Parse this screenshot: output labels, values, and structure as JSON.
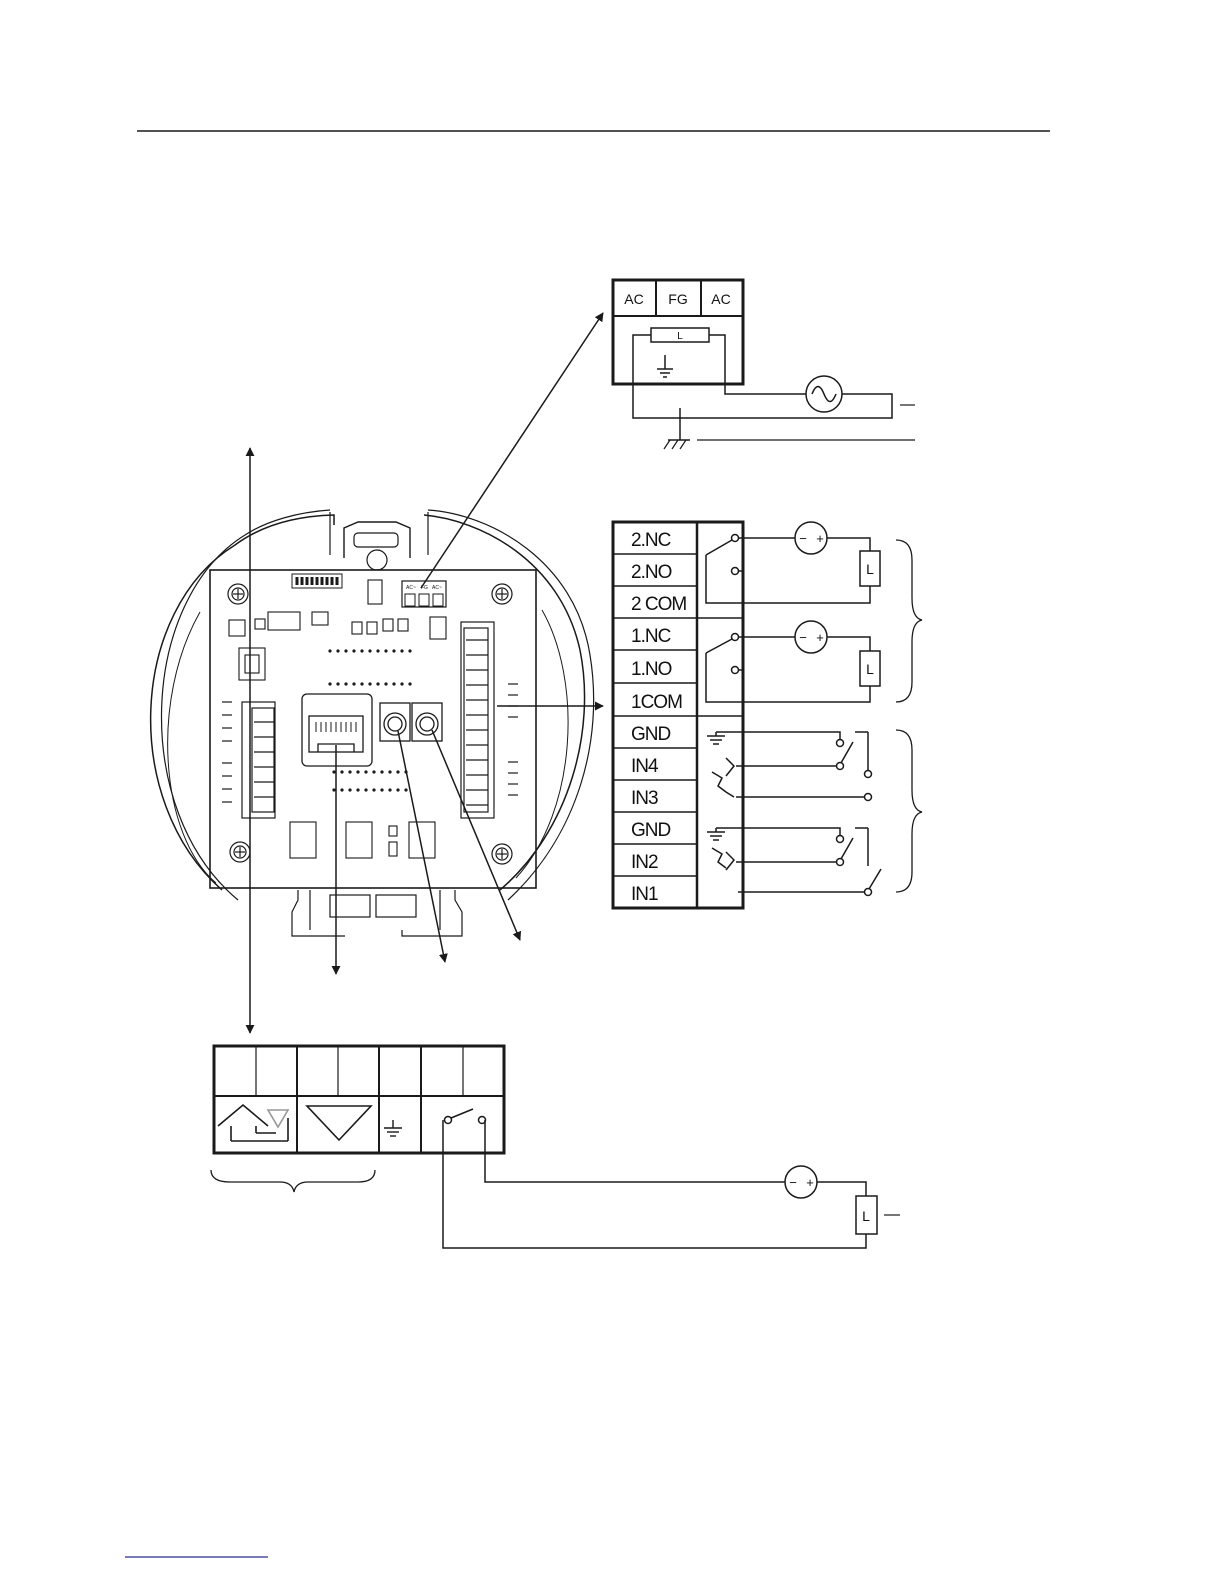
{
  "power_block": {
    "terminals": [
      "AC",
      "FG",
      "AC"
    ],
    "fuse_label": "L"
  },
  "io_block": {
    "terminals": [
      "2.NC",
      "2.NO",
      "2 COM",
      "1.NC",
      "1.NO",
      "1COM",
      "GND",
      "IN4",
      "IN3",
      "GND",
      "IN2",
      "IN1"
    ],
    "load_label": "L",
    "source_polarity": {
      "minus": "−",
      "plus": "+"
    }
  },
  "bottom_block": {
    "load_label": "L",
    "source_polarity": {
      "minus": "−",
      "plus": "+"
    }
  },
  "pcb": {
    "power_connector_marks": [
      "AC~",
      "FG",
      "AC~"
    ]
  },
  "icons": [
    "ac-source-icon",
    "ground-icon",
    "fuse-icon",
    "relay-contact-icon",
    "dc-source-icon",
    "load-resistor-icon",
    "switch-icon",
    "transistor-icon",
    "brace-icon",
    "arrow-icon"
  ],
  "colors": {
    "line": "#1a1a1a",
    "paper": "#ffffff"
  }
}
